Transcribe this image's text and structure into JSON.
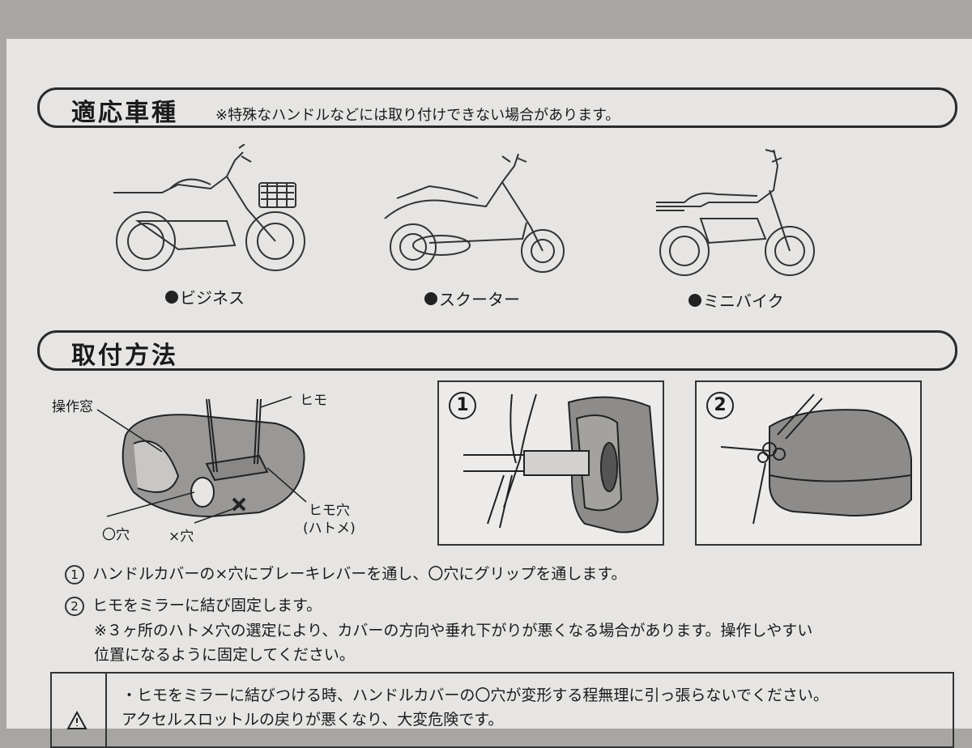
{
  "section1": {
    "title": "適応車種",
    "note": "※特殊なハンドルなどには取り付けできない場合があります。"
  },
  "bikes": [
    {
      "label": "ビジネス",
      "icon": "business-bike-icon"
    },
    {
      "label": "スクーター",
      "icon": "scooter-icon"
    },
    {
      "label": "ミニバイク",
      "icon": "mini-bike-icon"
    }
  ],
  "section2": {
    "title": "取付方法"
  },
  "diagram": {
    "window_label": "操作窓",
    "string_label": "ヒモ",
    "hole_o_label": "〇穴",
    "hole_x_label": "×穴",
    "eyelet_label": "ヒモ穴",
    "eyelet_sub": "(ハトメ)"
  },
  "panels": [
    {
      "num": "1"
    },
    {
      "num": "2"
    }
  ],
  "steps": [
    {
      "num": "1",
      "text": "ハンドルカバーの×穴にブレーキレバーを通し、〇穴にグリップを通します。"
    },
    {
      "num": "2",
      "text": "ヒモをミラーに結び固定します。"
    }
  ],
  "note": {
    "line1": "※３ヶ所のハトメ穴の選定により、カバーの方向や垂れ下がりが悪くなる場合があります。操作しやすい",
    "line2": "位置になるように固定してください。"
  },
  "warning": {
    "icon": "warning-triangle-icon",
    "line1": "・ヒモをミラーに結びつける時、ハンドルカバーの〇穴が変形する程無理に引っ張らないでください。",
    "line2": "アクセルスロットルの戻りが悪くなり、大変危険です。"
  }
}
